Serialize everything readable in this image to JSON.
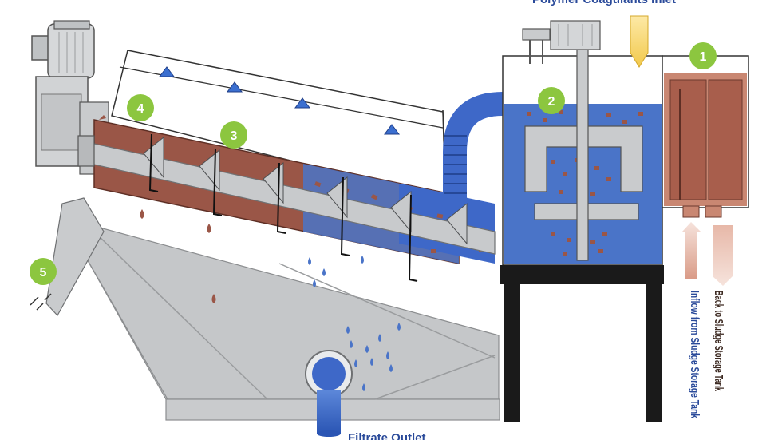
{
  "labels": {
    "polymer_inlet": "Polymer Coagulants Inlet",
    "filtrate_outlet": "Filtrate Outlet",
    "back_to_sludge": "Back to Sludge Storage Tank",
    "inflow_from_sludge": "Inflow from Sludge Storage Tank"
  },
  "badges": [
    "1",
    "2",
    "3",
    "4",
    "5"
  ],
  "colors": {
    "badge_green": "#8cc63f",
    "tank_blue": "#4a74c8",
    "sludge_brown": "#9a5647",
    "steel_gray": "#c9cbcd",
    "frame_black": "#1a1a1a",
    "nozzle_blue": "#3b6fd0",
    "inlet_yellow": "#f2c94c"
  }
}
